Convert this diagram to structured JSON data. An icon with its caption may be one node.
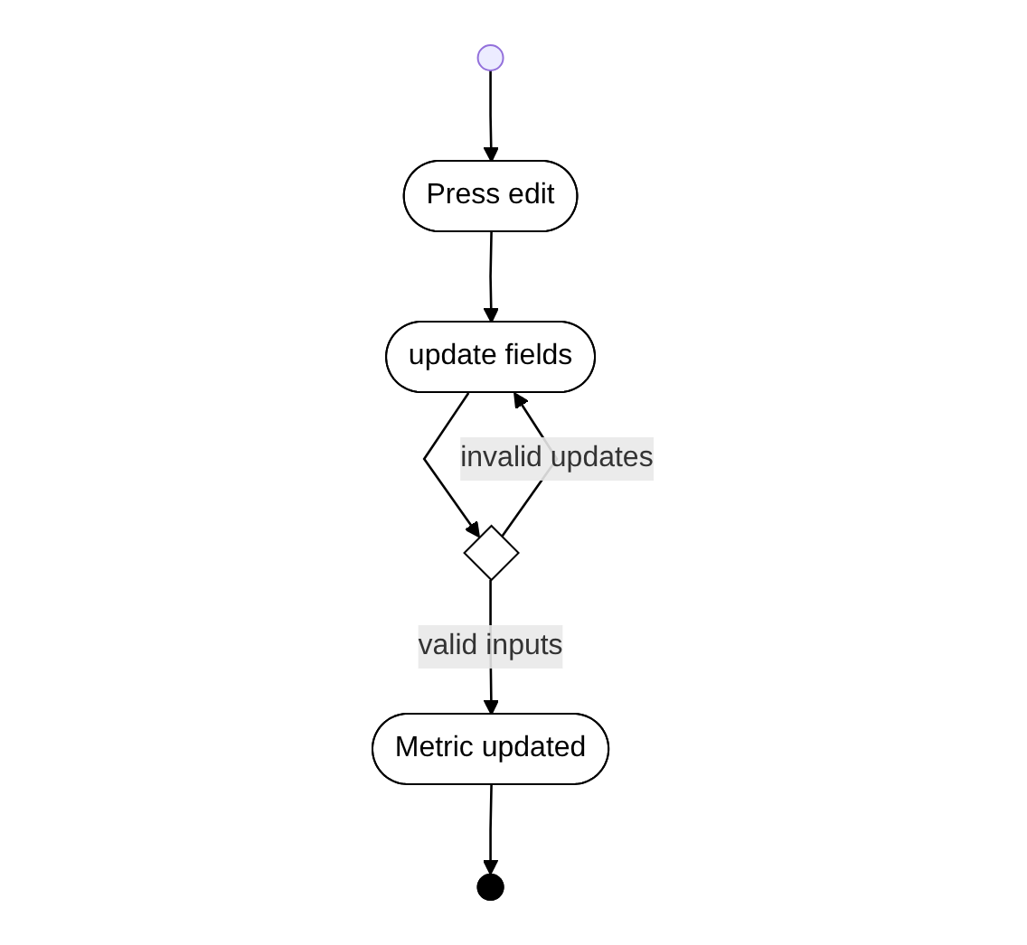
{
  "diagram": {
    "nodes": [
      {
        "text": [],
        "shape": "circle"
      },
      {
        "text": [
          "Press edit"
        ]
      },
      {
        "text": [
          "update fields"
        ]
      },
      {
        "text": [],
        "shape": "diamond"
      },
      {
        "text": [
          "Metric updated"
        ]
      },
      {
        "text": [],
        "shape": "circle"
      }
    ],
    "edges": [
      {
        "from": 0,
        "to": 1,
        "arrow": "to"
      },
      {
        "from": 1,
        "to": 2,
        "arrow": "to"
      },
      {
        "from": 2,
        "to": 3,
        "arrow": "to"
      },
      {
        "from": 3,
        "to": 2,
        "arrow": "to",
        "label": "invalid updates"
      },
      {
        "from": 3,
        "to": 4,
        "arrow": "to",
        "label": "valid inputs"
      },
      {
        "from": 4,
        "to": 5,
        "arrow": "to"
      }
    ]
  }
}
